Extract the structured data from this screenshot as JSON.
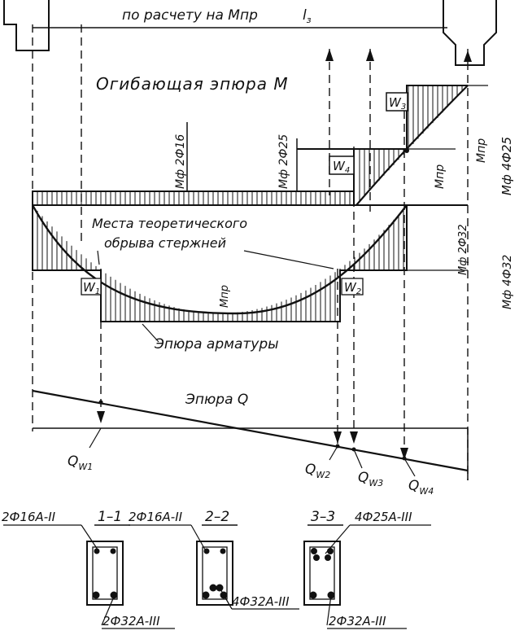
{
  "top": {
    "by_calc_label": "по расчету на Мпр",
    "length_label": "l",
    "length_sub": "з"
  },
  "diagram": {
    "envelope_title": "Огибающая эпюра М",
    "rebar_title": "Эпюра арматуры",
    "q_title": "Эпюра Q",
    "theory_cut_line1": "Места теоретического",
    "theory_cut_line2": "обрыва стержней",
    "m_2d16": "Мф 2Ф16",
    "m_2d25": "Мф 2Ф25",
    "m_pr_mid": "Мпр",
    "m_pr_right": "Мпр",
    "m_pr_top": "Мпр",
    "m_4d25": "Мф 4Ф25",
    "m_2d32": "Мф 2Ф32",
    "m_4d32": "Мф 4Ф32",
    "w1": "W",
    "w1_sub": "1",
    "w2": "W",
    "w2_sub": "2",
    "w3": "W",
    "w3_sub": "3",
    "w4": "W",
    "w4_sub": "4"
  },
  "q_labels": {
    "qw1": "Q",
    "qw1_sub": "W1",
    "qw2": "Q",
    "qw2_sub": "W2",
    "qw3": "Q",
    "qw3_sub": "W3",
    "qw4": "Q",
    "qw4_sub": "W4"
  },
  "sections": {
    "s1_title": "1–1",
    "s2_title": "2–2",
    "s3_title": "3–3",
    "s1_top": "2Ф16А-II",
    "s2_top": "2Ф16А-II",
    "s3_top": "4Ф25А-III",
    "s1_bottom": "2Ф32А-III",
    "s2_bottom": "4Ф32А-III",
    "s3_bottom": "2Ф32А-III"
  }
}
